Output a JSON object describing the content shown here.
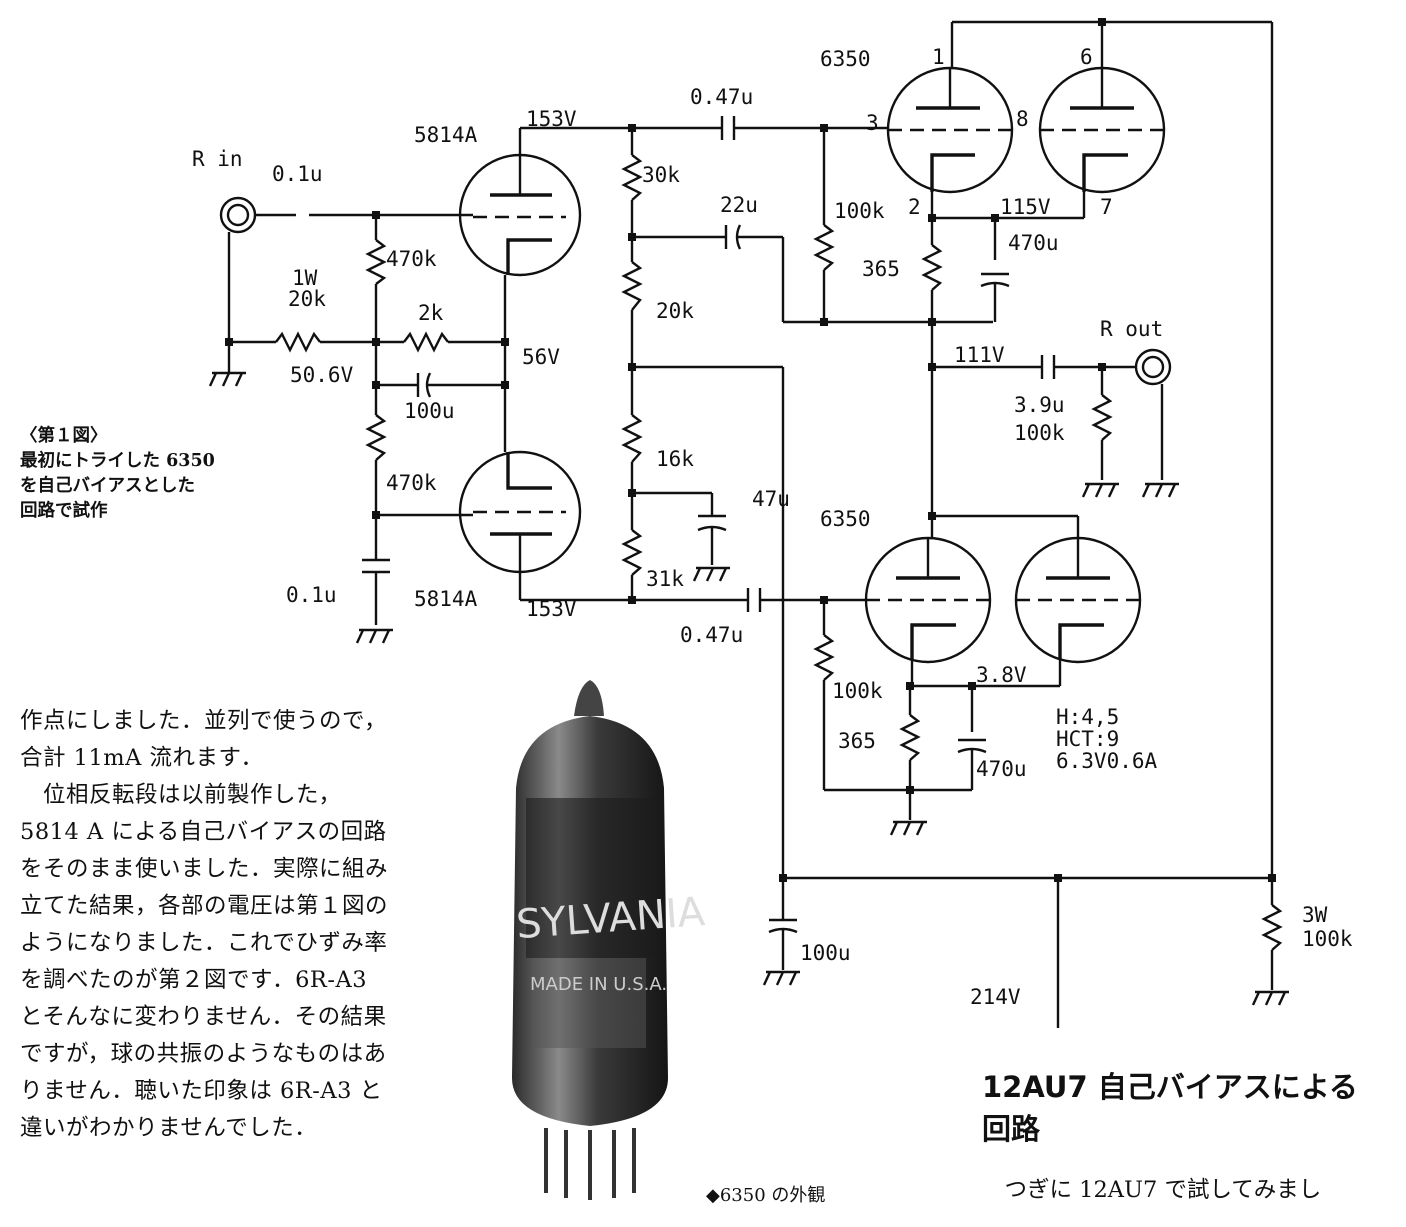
{
  "schematic": {
    "tubes": {
      "v1": "5814A",
      "v2": "5814A",
      "v3": "6350",
      "v4": "6350"
    },
    "pins": {
      "p1": "1",
      "p6": "6",
      "p3": "3",
      "p8": "8",
      "p2": "2",
      "p7": "7"
    },
    "components": {
      "c_in": "0.1u",
      "c_bot": "0.1u",
      "c_top": "0.47u",
      "c_mid": "0.47u",
      "c_22": "22u",
      "c_47": "47u",
      "c_100u": "100u",
      "c_470_top": "470u",
      "c_470_bot": "470u",
      "c_out": "3.9u",
      "c_psu": "100u",
      "r_470a": "470k",
      "r_470b": "470k",
      "r_1w": "1W",
      "r_20k_in": "20k",
      "r_2k": "2k",
      "r_30k": "30k",
      "r_20k": "20k",
      "r_16k": "16k",
      "r_31k": "31k",
      "r_100k_top": "100k",
      "r_100k_bot": "100k",
      "r_365_top": "365",
      "r_365_bot": "365",
      "r_out": "100k",
      "r_3w": "3W",
      "r_3w_val": "100k"
    },
    "voltages": {
      "v153_top": "153V",
      "v153_bot": "153V",
      "v56": "56V",
      "v50": "50.6V",
      "v115": "115V",
      "v111": "111V",
      "v3_8": "3.8V",
      "v214": "214V"
    },
    "io": {
      "r_in": "R in",
      "r_out": "R out"
    },
    "heater": {
      "h": "H:4,5",
      "hct": "HCT:9",
      "spec": "6.3V0.6A"
    }
  },
  "caption": {
    "title": "〈第１図〉",
    "line1": "最初にトライした 6350",
    "line2": "を自己バイアスとした",
    "line3": "回路で試作"
  },
  "body_left": [
    "作点にしました．並列で使うので，",
    "合計 11mA 流れます．",
    "　位相反転段は以前製作した，",
    "5814 A による自己バイアスの回路",
    "をそのまま使いました．実際に組み",
    "立てた結果，各部の電圧は第１図の",
    "ようになりました．これでひずみ率",
    "を調べたのが第２図です．6R-A3",
    "とそんなに変わりません．その結果",
    "ですが，球の共振のようなものはあ",
    "りません．聴いた印象は 6R-A3 と",
    "違いがわかりませんでした．"
  ],
  "photo": {
    "caption": "◆6350 の外観",
    "brand": "SYLVANIA",
    "origin": "MADE IN U.S.A."
  },
  "heading": {
    "line1": "12AU7 自己バイアスによる",
    "line2": "回路"
  },
  "body_right": "　つぎに 12AU7 で試してみまし"
}
